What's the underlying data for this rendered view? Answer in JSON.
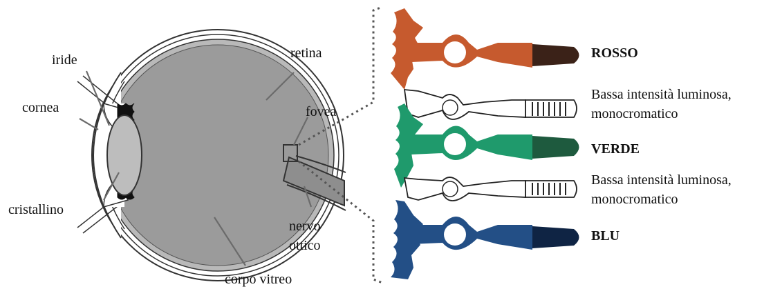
{
  "eye_labels": {
    "iride": "iride",
    "cornea": "cornea",
    "cristallino": "cristallino",
    "retina": "retina",
    "fovea": "fovea",
    "nervo": "nervo",
    "ottico": "ottico",
    "corpo_vitreo": "corpo vitreo"
  },
  "photoreceptors": {
    "red_cone": {
      "label": "ROSSO",
      "color": "#e0201a",
      "cell_color": "#c65a2e"
    },
    "rod_1": {
      "line1": "Bassa intensità luminosa,",
      "line2": "monocromatico"
    },
    "green_cone": {
      "label": "VERDE",
      "color": "#1e9a50",
      "cell_color": "#1f9a6c"
    },
    "rod_2": {
      "line1": "Bassa intensità luminosa,",
      "line2": "monocromatico"
    },
    "blue_cone": {
      "label": "BLU",
      "color": "#1a73c0",
      "cell_color": "#234f86"
    }
  }
}
